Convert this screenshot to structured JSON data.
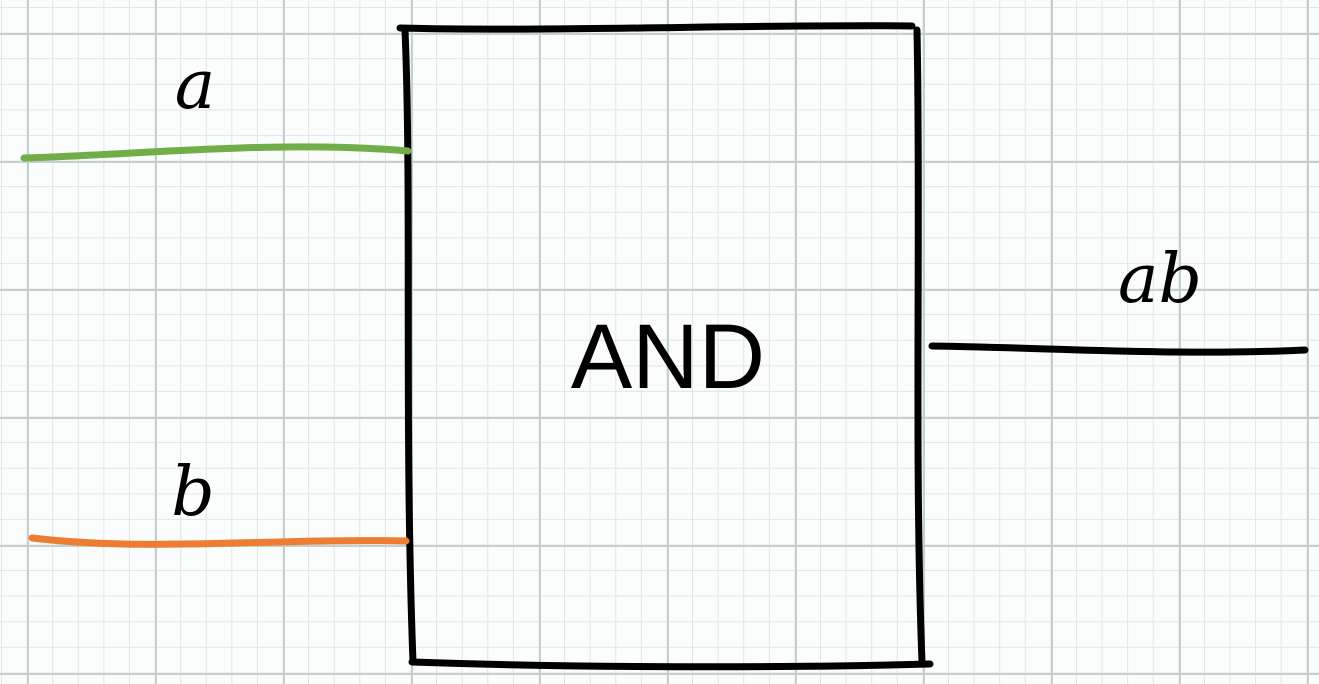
{
  "gate": {
    "label": "AND"
  },
  "inputs": [
    {
      "label": "a",
      "color": "#72ad47"
    },
    {
      "label": "b",
      "color": "#ec7d33"
    }
  ],
  "output": {
    "label": "ab",
    "color": "#000000"
  },
  "colors": {
    "ink": "#000000",
    "grid_major": "#c4d0cf",
    "grid_minor": "#dfe6e5",
    "paper": "#fbfcfc"
  }
}
